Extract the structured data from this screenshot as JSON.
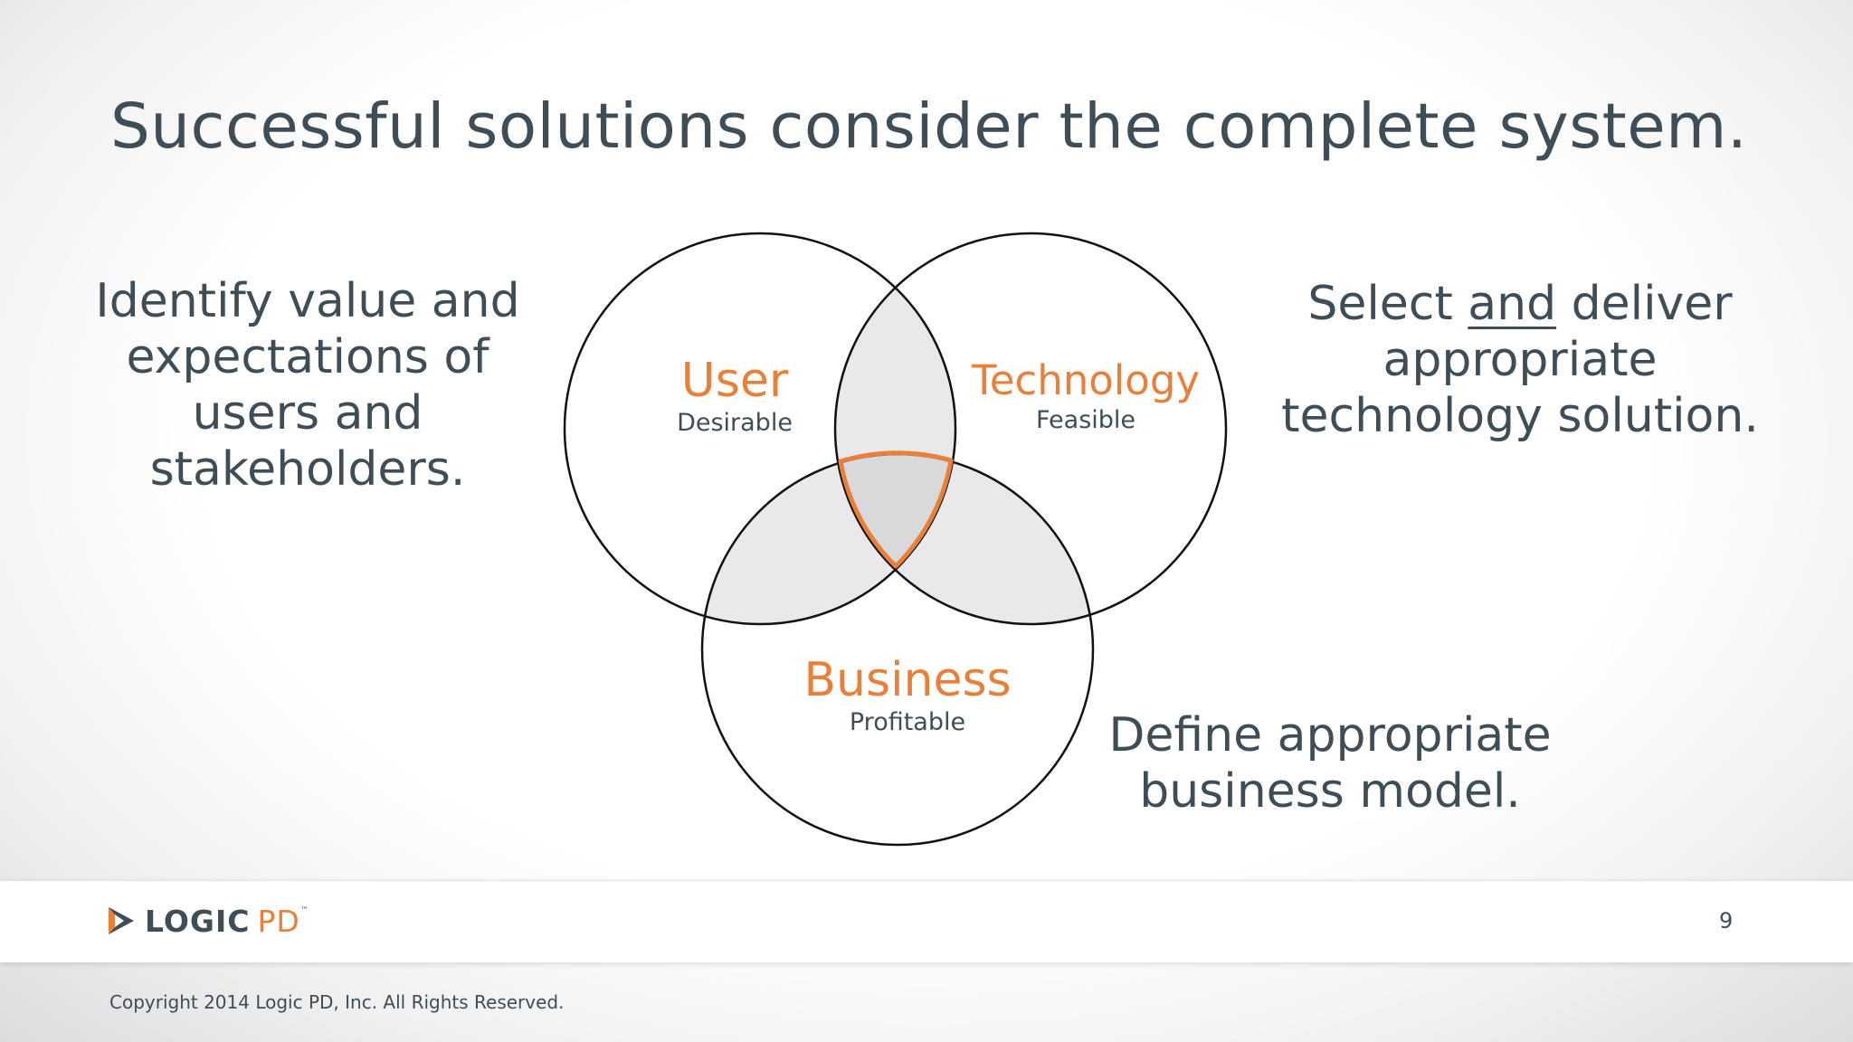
{
  "title": "Successful solutions consider the complete system.",
  "callouts": {
    "user": [
      "Identify value and",
      "expectations of",
      "users and",
      "stakeholders."
    ],
    "technology": {
      "line1_before": "Select ",
      "line1_underlined": "and",
      "line1_after": " deliver",
      "line2": "appropriate",
      "line3": "technology solution."
    },
    "business": [
      "Define appropriate",
      "business model."
    ]
  },
  "venn": {
    "circles": [
      {
        "label": "User",
        "sublabel": "Desirable"
      },
      {
        "label": "Technology",
        "sublabel": "Feasible"
      },
      {
        "label": "Business",
        "sublabel": "Profitable"
      }
    ],
    "colors": {
      "label": "#e8803a",
      "sublabel": "#3f4d57",
      "outline": "#111111",
      "overlap_pair": "#e9e8ea",
      "overlap_center": "#d9d8db",
      "center_outline": "#e8803a"
    }
  },
  "footer": {
    "logo_logic": "LOGIC",
    "logo_pd": "PD",
    "logo_tm": "™",
    "logo_icon": "play-chevron-icon",
    "page_number": "9",
    "copyright": "Copyright 2014 Logic PD, Inc.  All Rights Reserved."
  }
}
